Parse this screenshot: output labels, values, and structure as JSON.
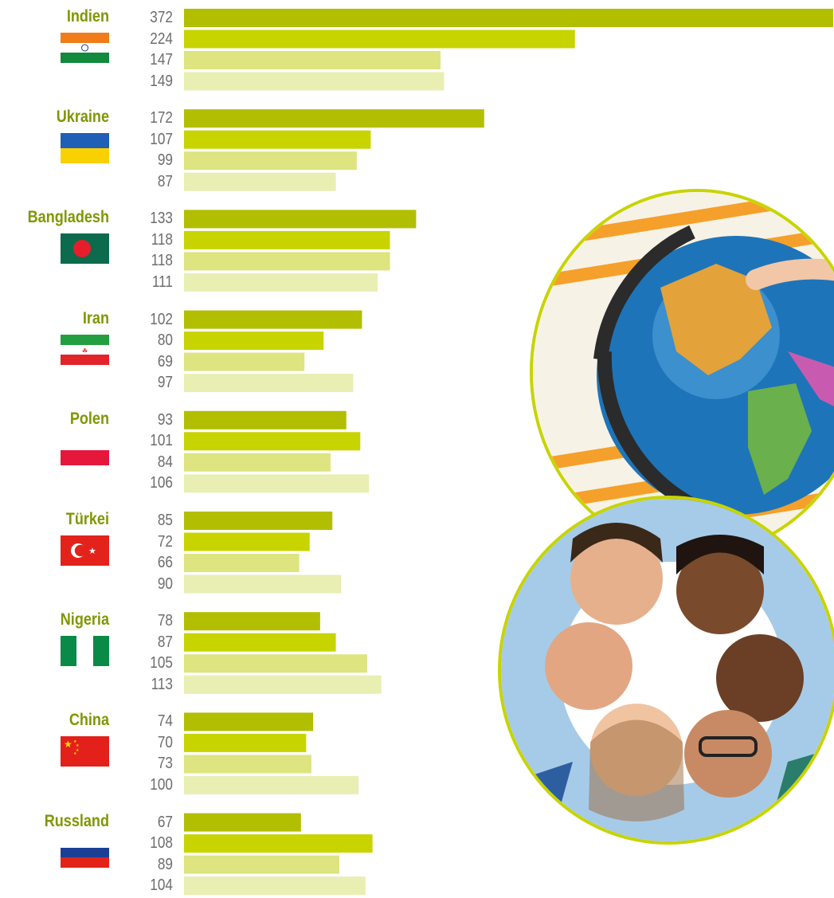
{
  "chart_data": {
    "type": "bar",
    "orientation": "horizontal",
    "categories": [
      "Indien",
      "Ukraine",
      "Bangladesh",
      "Iran",
      "Polen",
      "Türkei",
      "Nigeria",
      "China",
      "Russland"
    ],
    "series": [
      {
        "values": [
          372,
          172,
          133,
          102,
          93,
          85,
          78,
          74,
          67
        ]
      },
      {
        "values": [
          224,
          107,
          118,
          80,
          101,
          72,
          87,
          70,
          108
        ]
      },
      {
        "values": [
          147,
          99,
          118,
          69,
          84,
          66,
          105,
          73,
          89
        ]
      },
      {
        "values": [
          149,
          87,
          111,
          97,
          106,
          90,
          113,
          100,
          104
        ]
      }
    ],
    "xlim": [
      0,
      372
    ],
    "grid": false,
    "legend": "none"
  },
  "colors": {
    "label": "#7f9700",
    "value_text": "#6d6d6d",
    "series": [
      "#b2be00",
      "#c8d400",
      "#dde480",
      "#e9eeb3"
    ],
    "photo_ring": "#c8d400"
  },
  "flags": [
    "india-flag",
    "ukraine-flag",
    "bangladesh-flag",
    "iran-flag",
    "poland-flag",
    "turkey-flag",
    "nigeria-flag",
    "china-flag",
    "russia-flag"
  ],
  "images": [
    "globe-photo",
    "group-of-people-photo"
  ]
}
